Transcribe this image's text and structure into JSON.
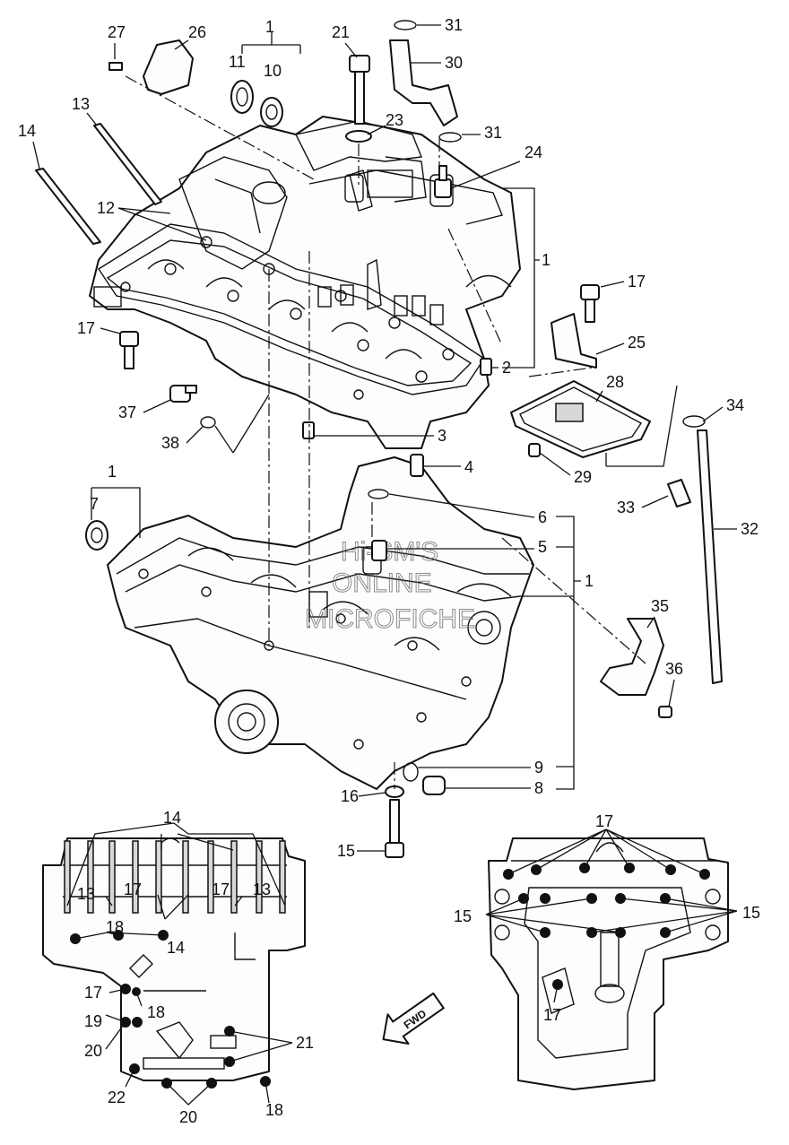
{
  "diagram": {
    "callouts": {
      "c1_top": "1",
      "c1_right_upper": "1",
      "c1_left_lower": "1",
      "c1_right_lower": "1",
      "c2": "2",
      "c3": "3",
      "c4": "4",
      "c5": "5",
      "c6": "6",
      "c7": "7",
      "c8": "8",
      "c9": "9",
      "c10": "10",
      "c11": "11",
      "c12": "12",
      "c13": "13",
      "c14": "14",
      "c15": "15",
      "c16": "16",
      "c17_top_right": "17",
      "c17_left": "17",
      "c21_top": "21",
      "c23": "23",
      "c24": "24",
      "c25": "25",
      "c26": "26",
      "c27": "27",
      "c28": "28",
      "c29": "29",
      "c30": "30",
      "c31_top": "31",
      "c31_mid": "31",
      "c32": "32",
      "c33": "33",
      "c34": "34",
      "c35": "35",
      "c36": "36",
      "c37": "37",
      "c38": "38"
    },
    "watermark": [
      "Hi-SM'S",
      "ONLINE",
      "MICROFICHE"
    ],
    "fwd_arrow": "FWD",
    "inset_upper_case": {
      "c14_top": "14",
      "c13_left": "13",
      "c17_a": "17",
      "c17_b": "17",
      "c13_right": "13",
      "c18_top": "18",
      "c14_mid": "14",
      "c17_low": "17",
      "c18_mid": "18",
      "c19": "19",
      "c20_left": "20",
      "c21": "21",
      "c22": "22",
      "c20_bottom": "20",
      "c18_bottom": "18"
    },
    "inset_lower_case": {
      "c17_top": "17",
      "c15_left": "15",
      "c15_right": "15",
      "c17_bottom": "17"
    }
  }
}
